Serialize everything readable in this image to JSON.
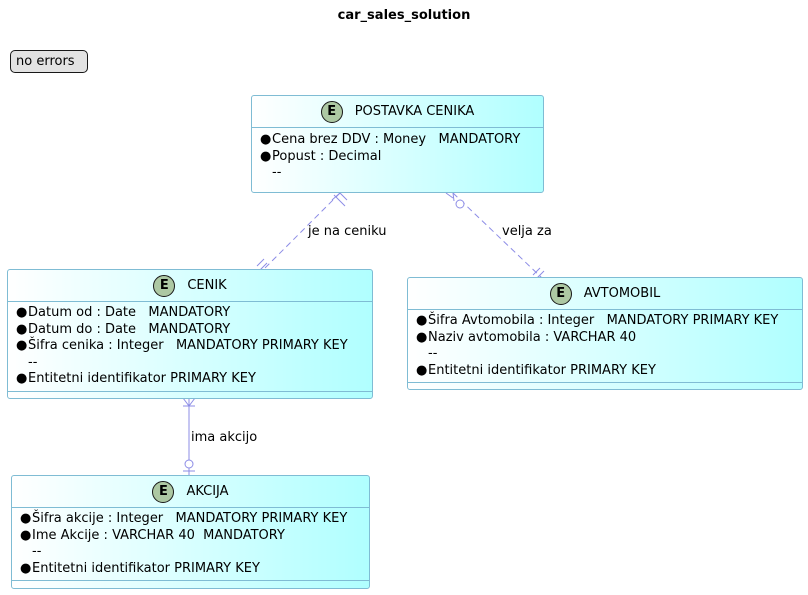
{
  "diagram": {
    "title": "car_sales_solution",
    "status_badge": "no errors",
    "entity_icon_letter": "E",
    "separator": "--",
    "entities": {
      "postavka": {
        "name": "POSTAVKA CENIKA",
        "attrs": [
          "Cena brez DDV : Money   MANDATORY",
          "Popust : Decimal"
        ],
        "after_sep": []
      },
      "cenik": {
        "name": "CENIK",
        "attrs": [
          "Datum od : Date   MANDATORY",
          "Datum do : Date   MANDATORY",
          "Šifra cenika : Integer   MANDATORY PRIMARY KEY"
        ],
        "after_sep": [
          "Entitetni identifikator PRIMARY KEY"
        ]
      },
      "avtomobil": {
        "name": "AVTOMOBIL",
        "attrs": [
          "Šifra Avtomobila : Integer   MANDATORY PRIMARY KEY",
          "Naziv avtomobila : VARCHAR 40"
        ],
        "after_sep": [
          "Entitetni identifikator PRIMARY KEY"
        ]
      },
      "akcija": {
        "name": "AKCIJA",
        "attrs": [
          "Šifra akcije : Integer   MANDATORY PRIMARY KEY",
          "Ime Akcije : VARCHAR 40  MANDATORY"
        ],
        "after_sep": [
          "Entitetni identifikator PRIMARY KEY"
        ]
      }
    },
    "relationships": {
      "je_na_ceniku": "je na ceniku",
      "velja_za": "velja za",
      "ima_akcijo": "ima akcijo"
    },
    "colors": {
      "entity_border": "#7fbcd4",
      "entity_fill_start": "#ffffff",
      "entity_fill_end": "#b0ffff",
      "icon_fill": "#adc8a3",
      "relationship_line": "#8c8ce6"
    }
  }
}
